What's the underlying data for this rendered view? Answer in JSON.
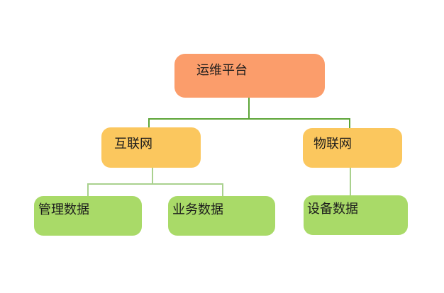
{
  "diagram": {
    "type": "tree",
    "background": "#FFFFFF",
    "text_color": "#1C1C1C",
    "connector_colors": {
      "level1_to_2": "#5CA436",
      "level2_to_3": "#A9D18E"
    },
    "nodes": {
      "root": {
        "label": "运维平台",
        "fill": "#FB9D6B",
        "level": 1
      },
      "internet": {
        "label": "互联网",
        "fill": "#FBC75E",
        "level": 2
      },
      "iot": {
        "label": "物联网",
        "fill": "#FBC75E",
        "level": 2
      },
      "mgmt": {
        "label": "管理数据",
        "fill": "#A9DA68",
        "level": 3
      },
      "biz": {
        "label": "业务数据",
        "fill": "#A9DA68",
        "level": 3
      },
      "device": {
        "label": "设备数据",
        "fill": "#A9DA68",
        "level": 3
      }
    },
    "edges": [
      {
        "from": "root",
        "to": "internet"
      },
      {
        "from": "root",
        "to": "iot"
      },
      {
        "from": "internet",
        "to": "mgmt"
      },
      {
        "from": "internet",
        "to": "biz"
      },
      {
        "from": "iot",
        "to": "device"
      }
    ]
  }
}
